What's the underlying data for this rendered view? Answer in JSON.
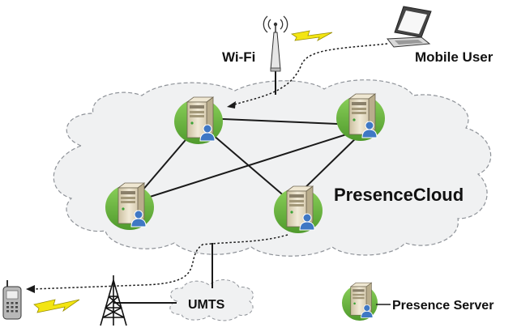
{
  "labels": {
    "wifi": "Wi-Fi",
    "mobile_user": "Mobile User",
    "cloud_name": "PresenceCloud",
    "umts": "UMTS",
    "legend": "Presence Server"
  },
  "icons": {
    "server": "presence-server-icon",
    "antenna": "wifi-antenna-icon",
    "laptop": "laptop-icon",
    "phone": "mobile-phone-icon",
    "tower": "cell-tower-icon",
    "signal": "lightning-signal-icon"
  },
  "colors": {
    "cloud_fill": "#f0f1f2",
    "cloud_stroke": "#8f9399",
    "server_halo": "#6db33f",
    "server_body": "#e9dfc6",
    "user_badge": "#3f78c4",
    "signal": "#f3e512",
    "link": "#1a1a1a"
  }
}
